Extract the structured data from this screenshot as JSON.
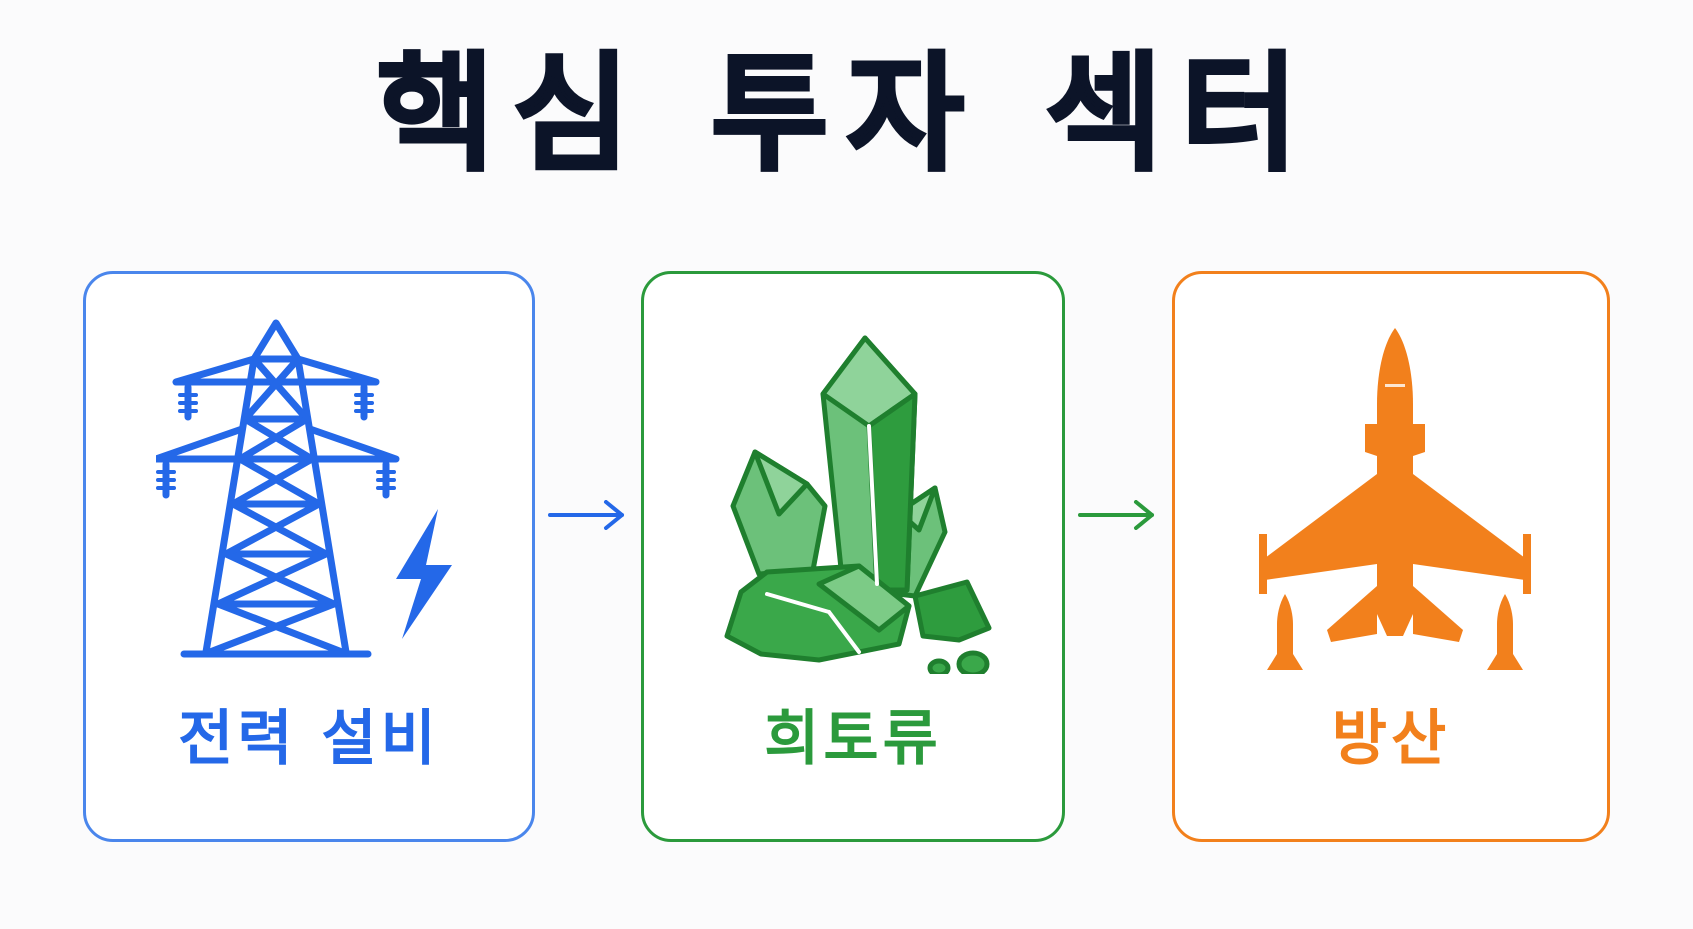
{
  "title": "핵심 투자 섹터",
  "colors": {
    "power": "#2468e8",
    "rare_earth": "#2b9a3c",
    "defense": "#f2801c",
    "title": "#0c1428"
  },
  "sectors": [
    {
      "label": "전력 설비",
      "icon": "transmission-tower-icon"
    },
    {
      "label": "희토류",
      "icon": "crystal-icon"
    },
    {
      "label": "방산",
      "icon": "fighter-jet-icon"
    }
  ]
}
